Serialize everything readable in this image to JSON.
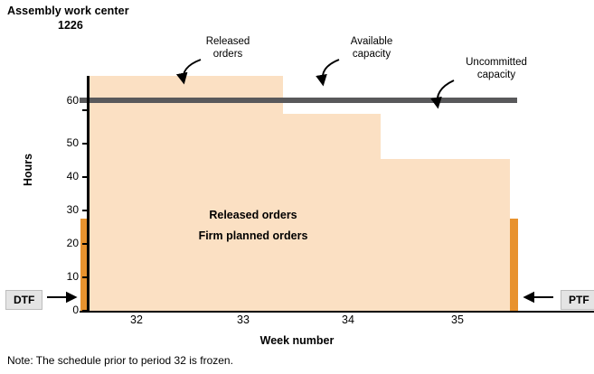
{
  "title": {
    "line1": "Assembly work center",
    "line2": "1226"
  },
  "note": "Note:  The schedule prior to period 32 is frozen.",
  "tags": {
    "dtf": "DTF",
    "ptf": "PTF"
  },
  "callouts": {
    "released_orders": "Released\norders",
    "released_orders_l1": "Released",
    "released_orders_l2": "orders",
    "available_capacity_l1": "Available",
    "available_capacity_l2": "capacity",
    "uncommitted_capacity_l1": "Uncommitted",
    "uncommitted_capacity_l2": "capacity"
  },
  "inner_labels": {
    "line1": "Released orders",
    "line2": "Firm planned orders"
  },
  "chart_data": {
    "type": "bar",
    "title": "Assembly work center 1226",
    "xlabel": "Week number",
    "ylabel": "Hours",
    "categories": [
      "32",
      "33",
      "34",
      "35"
    ],
    "values": [
      66,
      66,
      55,
      43
    ],
    "series": [
      {
        "name": "Released orders / Firm planned orders",
        "values": [
          66,
          66,
          55,
          43
        ],
        "color": "#fbe0c3"
      }
    ],
    "reference_lines": [
      {
        "name": "Available capacity",
        "value": 60,
        "color": "#59595b"
      }
    ],
    "markers": [
      {
        "name": "DTF",
        "x": "start of week 32",
        "value": 26,
        "color": "#e8922e"
      },
      {
        "name": "PTF",
        "x": "end of week 35",
        "value": 26,
        "color": "#e8922e"
      }
    ],
    "ylim": [
      0,
      70
    ],
    "yticks": [
      0,
      10,
      20,
      30,
      40,
      50,
      60
    ],
    "ytick_labels": [
      "0",
      "10",
      "20",
      "30",
      "40",
      "50",
      "60"
    ],
    "xtick_labels": [
      "32",
      "33",
      "34",
      "35"
    ],
    "grid": false,
    "legend": "none",
    "annotations": [
      "Released orders",
      "Available capacity",
      "Uncommitted capacity",
      "Released orders",
      "Firm planned orders"
    ]
  },
  "colors": {
    "area": "#fbe0c3",
    "capacity_line": "#59595b",
    "dtf_ptf_bar": "#e8922e",
    "axis": "#000000",
    "tag_bg": "#e4e4e4"
  }
}
